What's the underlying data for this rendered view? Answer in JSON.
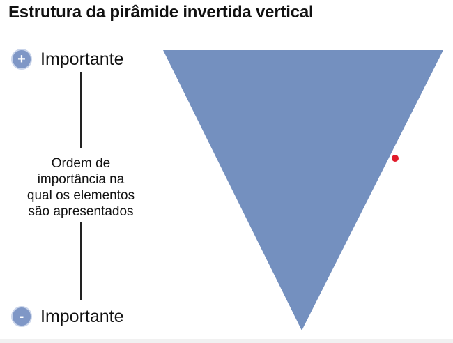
{
  "title": "Estrutura da pirâmide invertida vertical",
  "top_level": {
    "icon": "plus-icon",
    "symbol": "+",
    "label": "Importante"
  },
  "bottom_level": {
    "icon": "minus-icon",
    "symbol": "-",
    "label": "Importante"
  },
  "axis_caption": [
    "Ordem de",
    "importância na",
    "qual os elementos",
    "são apresentados"
  ],
  "colors": {
    "pyramid": "#7490bf",
    "badge": "#7f97c6",
    "marker": "#e11b2b"
  }
}
